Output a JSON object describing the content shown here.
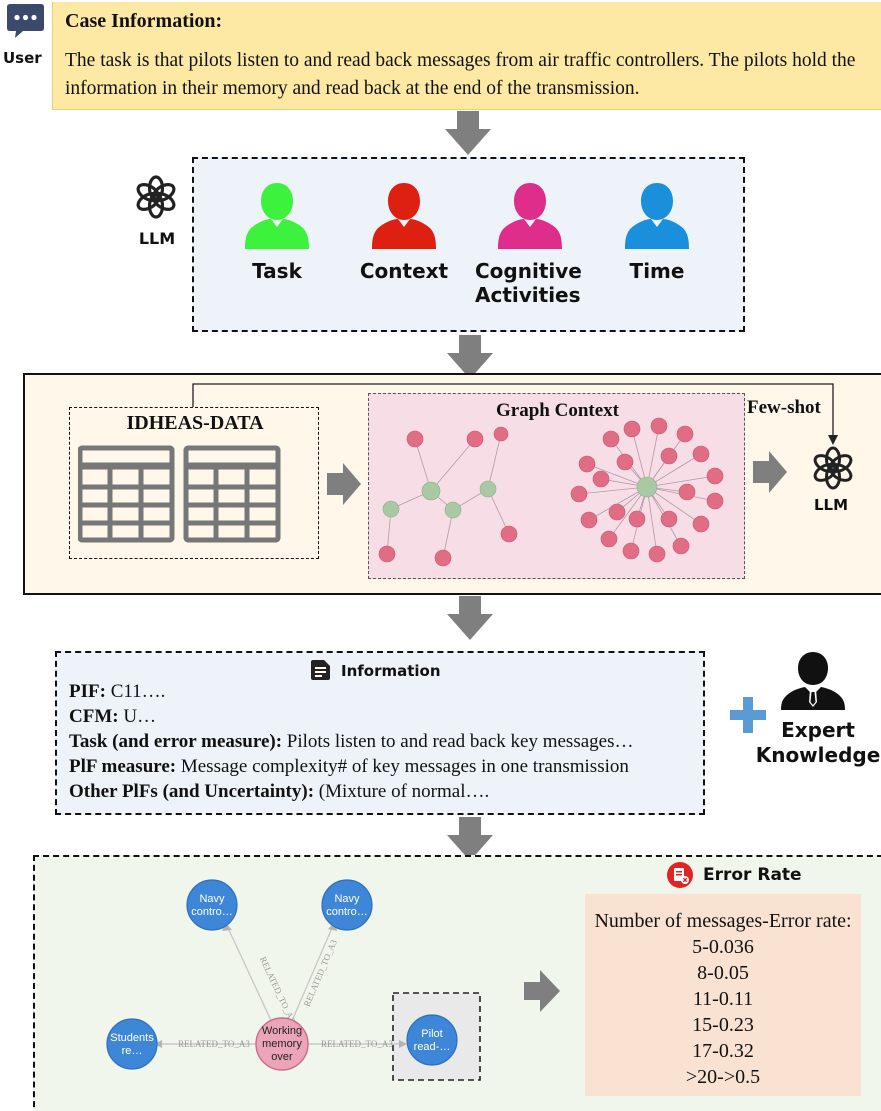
{
  "user": {
    "label": "User",
    "icon": "chat-bubble-icon"
  },
  "case": {
    "title": "Case Information:",
    "text": "The task is that pilots listen to and read back messages from air traffic controllers. The pilots hold the information in their memory and read back at the end of the transmission."
  },
  "llm_top": {
    "label": "LLM",
    "icon": "openai-logo-icon"
  },
  "factors": [
    {
      "label": "Task",
      "color": "#3cf23c"
    },
    {
      "label": "Context",
      "color": "#de2010"
    },
    {
      "label": "Cognitive Activities",
      "color": "#df2d8c"
    },
    {
      "label": "Time",
      "color": "#1a8fdc"
    }
  ],
  "knowledge_stage": {
    "idheas_title": "IDHEAS-DATA",
    "graph_title": "Graph Context",
    "few_shot": "Few-shot",
    "llm_label": "LLM"
  },
  "information": {
    "title": "Information",
    "icon": "document-icon",
    "lines": [
      {
        "key": "PIF:",
        "value": " C11…."
      },
      {
        "key": "CFM:",
        "value": " U…"
      },
      {
        "key": "Task (and error measure):",
        "value": " Pilots listen to and read back key messages…"
      },
      {
        "key": "PlF measure:",
        "value": " Message complexity# of key messages in one transmission"
      },
      {
        "key": "Other PlFs (and Uncertainty):",
        "value": " (Mixture of normal…."
      }
    ]
  },
  "expert": {
    "label": "Expert Knowledge",
    "icon": "expert-person-icon"
  },
  "graph": {
    "nodes": [
      {
        "id": "center",
        "label_lines": [
          "Working",
          "memory",
          "over"
        ]
      },
      {
        "id": "navy1",
        "label_lines": [
          "Navy",
          "contro…"
        ]
      },
      {
        "id": "navy2",
        "label_lines": [
          "Navy",
          "contro…"
        ]
      },
      {
        "id": "students",
        "label_lines": [
          "Students",
          "re…"
        ]
      },
      {
        "id": "pilot",
        "label_lines": [
          "Pilot",
          "read-…"
        ]
      }
    ],
    "edge_label": "RELATED_TO_A3"
  },
  "error_rate": {
    "title": "Error Rate",
    "icon": "error-rate-icon",
    "header": "Number of messages-Error rate:",
    "rows": [
      "5-0.036",
      "8-0.05",
      "11-0.11",
      "15-0.23",
      "17-0.32",
      ">20->0.5"
    ]
  }
}
